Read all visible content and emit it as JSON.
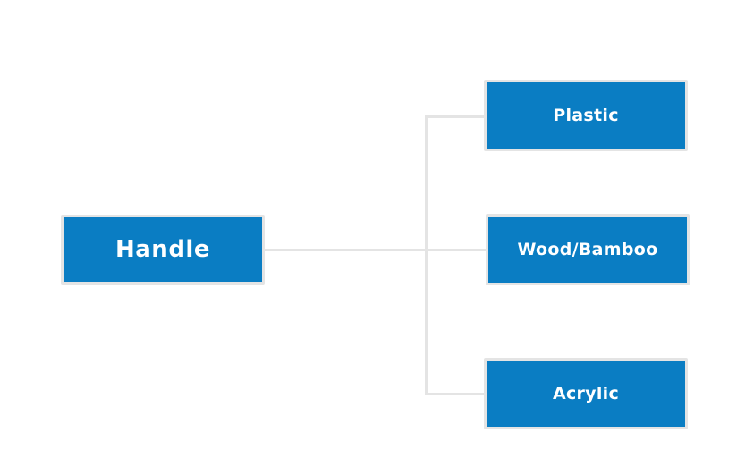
{
  "diagram": {
    "type": "tree",
    "root": {
      "label": "Handle"
    },
    "children": [
      {
        "label": "Plastic"
      },
      {
        "label": "Wood/Bamboo"
      },
      {
        "label": "Acrylic"
      }
    ]
  },
  "colors": {
    "background": "#ffffff",
    "node_fill": "#0a7dc3",
    "node_text": "#ffffff",
    "node_border": "#e4e4e4",
    "connector": "#e4e4e4"
  }
}
